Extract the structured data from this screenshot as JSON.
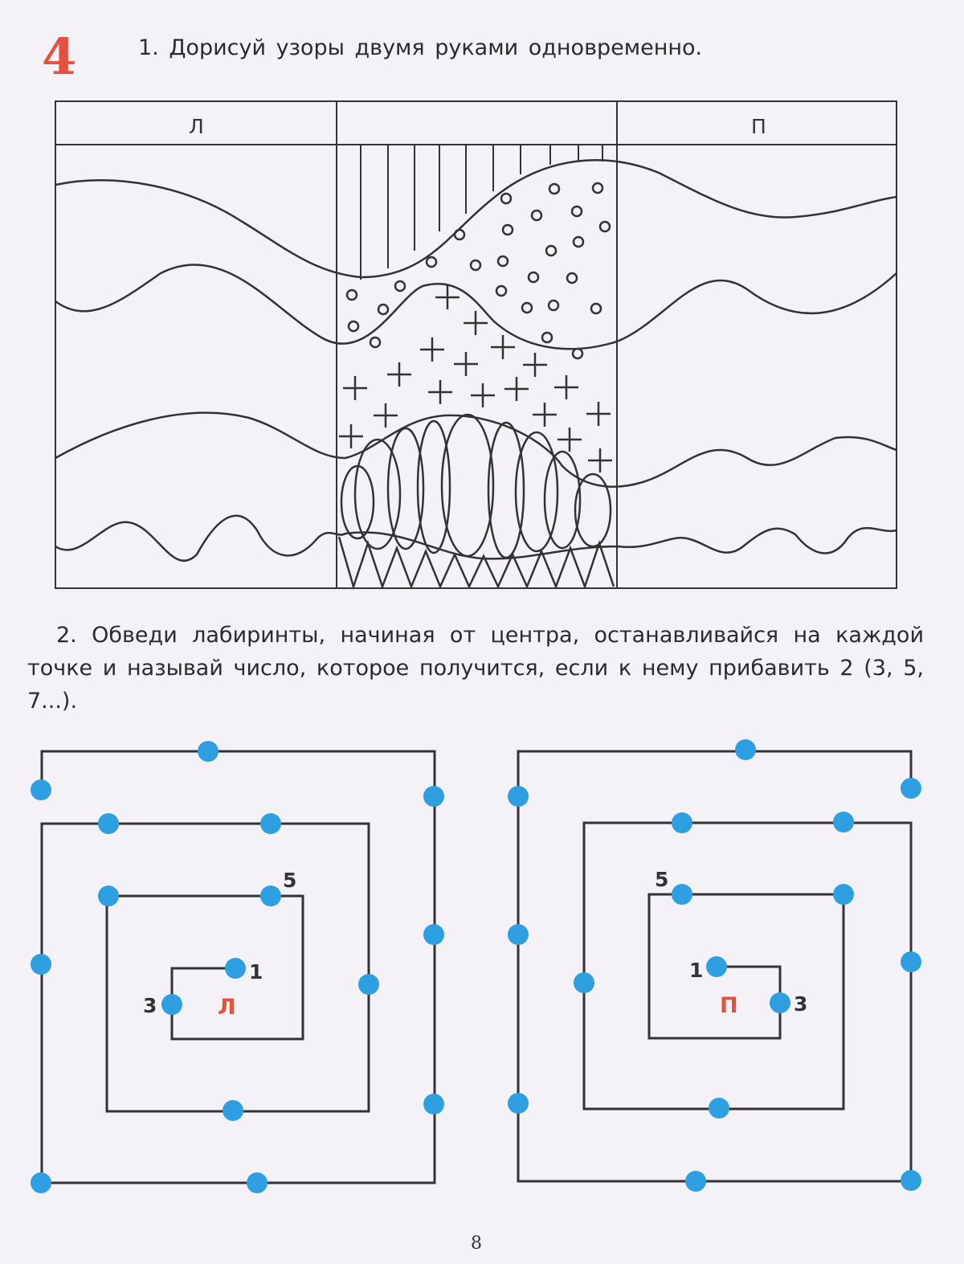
{
  "lesson_number": "4",
  "task1": {
    "text": "1. Дорисуй узоры двумя руками одновременно.",
    "col_left": "Л",
    "col_right": "П"
  },
  "task2": {
    "text": "2. Обведи лабиринты, начиная от центра, останавливайся на каждой точке и называй число, которое получится, если к нему прибавить 2 (3, 5, 7...)."
  },
  "maze_left": {
    "hand": "Л",
    "n1": "1",
    "n3": "3",
    "n5": "5"
  },
  "maze_right": {
    "hand": "П",
    "n1": "1",
    "n3": "3",
    "n5": "5"
  },
  "page_number": "8",
  "colors": {
    "dot": "#2e9fe0",
    "accent": "#e4523d",
    "line": "#333333"
  }
}
